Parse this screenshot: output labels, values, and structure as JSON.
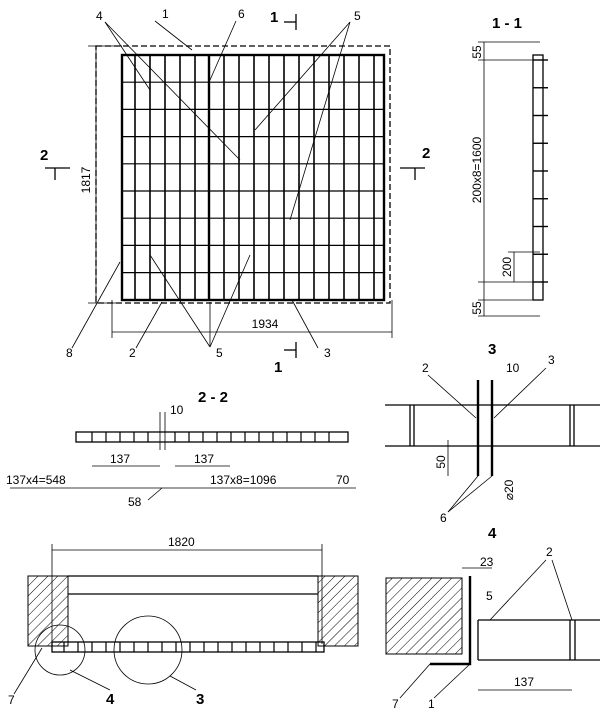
{
  "plan": {
    "leaders": {
      "n1": "1",
      "n4": "4",
      "n5": "5",
      "n6": "6",
      "n8": "8",
      "n2": "2",
      "n5b": "5",
      "n3": "3"
    },
    "dims": {
      "height": "1817",
      "width": "1934"
    },
    "cut_marks": {
      "a_top": "1",
      "a_bottom": "1",
      "b_left": "2",
      "b_right": "2"
    }
  },
  "section_1_1": {
    "title": "1 - 1",
    "dims": {
      "top": "55",
      "main": "200x8=1600",
      "pitch": "200",
      "bottom": "55"
    }
  },
  "section_2_2": {
    "title": "2 - 2",
    "dims": {
      "gap": "10",
      "pitch_left": "137",
      "pitch_right": "137",
      "left_total": "137x4=548",
      "middle": "58",
      "right_total": "137x8=1096",
      "end": "70"
    }
  },
  "detail_3": {
    "title": "3",
    "labels": {
      "l2": "2",
      "l3": "3",
      "l6": "6"
    },
    "dims": {
      "gap": "10",
      "h": "50",
      "dia": "⌀20"
    }
  },
  "section_bottom": {
    "dims": {
      "span": "1820"
    },
    "labels": {
      "l7": "7",
      "c4": "4",
      "c3": "3"
    }
  },
  "detail_4": {
    "title": "4",
    "labels": {
      "l2": "2",
      "l7": "7",
      "l1": "1"
    },
    "dims": {
      "a": "23",
      "b": "5",
      "c": "137"
    }
  }
}
